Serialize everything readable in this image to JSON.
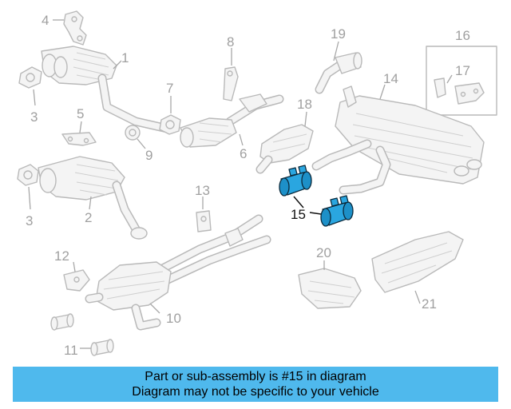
{
  "colors": {
    "part_outline": "#b9b9b9",
    "callout_text": "#a0a0a0",
    "highlight_fill": "#2aa6e0",
    "banner_background": "#4fb9ed"
  },
  "callouts": {
    "c1": "1",
    "c2": "2",
    "c3a": "3",
    "c3b": "3",
    "c4": "4",
    "c5": "5",
    "c6": "6",
    "c7": "7",
    "c8": "8",
    "c9": "9",
    "c10": "10",
    "c11": "11",
    "c12": "12",
    "c13": "13",
    "c14": "14",
    "c15": "15",
    "c16": "16",
    "c17": "17",
    "c18": "18",
    "c19": "19",
    "c20": "20",
    "c21": "21"
  },
  "highlight": {
    "part_number": "15",
    "icon": "pipe-clamp-icon"
  },
  "banner": {
    "line1": "Part or sub-assembly is #15 in diagram",
    "line2": "Diagram may not be specific to your vehicle"
  }
}
